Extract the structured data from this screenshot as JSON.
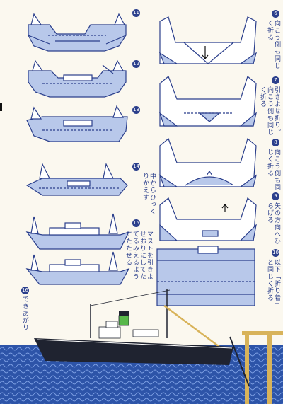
{
  "steps": {
    "s11": {
      "num": "11"
    },
    "s12": {
      "num": "12"
    },
    "s13": {
      "num": "13"
    },
    "s14": {
      "num": "14",
      "text": "中からひっくりかえす"
    },
    "s15": {
      "num": "15",
      "text": "マストを引きよせおりにしてたてるみえるようにたたせる"
    },
    "s16": {
      "num": "16",
      "text": "できあがり"
    },
    "s6": {
      "num": "6",
      "text": "向こう側も同じく折る"
    },
    "s7": {
      "num": "7",
      "text": "引きよせ折り。向こう側も同じく折る"
    },
    "s8": {
      "num": "8",
      "text": "向こう側も同じく折る"
    },
    "s9": {
      "num": "9",
      "text": "矢の方向へひらげる"
    },
    "s10": {
      "num": "10",
      "text": "以下「折り着」と同じく折る"
    }
  },
  "colors": {
    "paper_blue": "#b8c8ea",
    "line_blue": "#2b3f8c",
    "sea": "#2d54a8",
    "hull": "#1f2330",
    "funnel_green": "#58b84a",
    "pier": "#d8b35a"
  }
}
